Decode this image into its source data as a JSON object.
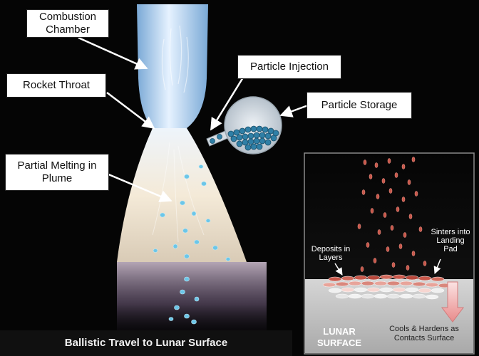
{
  "labels": {
    "combustion_chamber": "Combustion Chamber",
    "rocket_throat": "Rocket Throat",
    "partial_melting": "Partial Melting in Plume",
    "particle_injection": "Particle Injection",
    "particle_storage": "Particle Storage"
  },
  "caption": "Ballistic Travel to Lunar Surface",
  "inset": {
    "deposits": "Deposits in Layers",
    "sinters": "Sinters into Landing Pad",
    "lunar_surface": "LUNAR SURFACE",
    "cools": "Cools & Hardens as Contacts Surface"
  },
  "colors": {
    "background": "#050505",
    "chamber_glow": "#cfe3f7",
    "plume": "#f3ead8",
    "particle": "#6cc6e8",
    "storage_particle": "#2f7fa6",
    "deposit_red": "#c8574a",
    "surface_gray": "#bdbdbd",
    "arrow_pink": "#f0a2a2"
  }
}
